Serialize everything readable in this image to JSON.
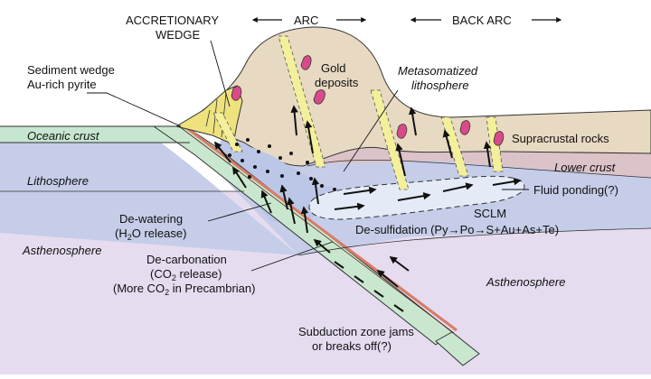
{
  "labels": {
    "accretionary_wedge_line1": "ACCRETIONARY",
    "accretionary_wedge_line2": "WEDGE",
    "arc": "ARC",
    "back_arc": "BACK ARC",
    "sediment_wedge_line1": "Sediment wedge",
    "sediment_wedge_line2": "Au-rich pyrite",
    "oceanic_crust": "Oceanic crust",
    "lithosphere": "Lithosphere",
    "asthenosphere_left": "Asthenosphere",
    "asthenosphere_right": "Asthenosphere",
    "gold_deposits_line1": "Gold",
    "gold_deposits_line2": "deposits",
    "metasomatized_line1": "Metasomatized",
    "metasomatized_line2": "lithosphere",
    "supracrustal_rocks": "Supracrustal rocks",
    "lower_crust": "Lower crust",
    "fluid_ponding": "Fluid ponding(?)",
    "sclm": "SCLM",
    "desulfidation": "De-sulfidation (Py→Po→S+Au+As+Te)",
    "dewatering_line1": "De-watering",
    "dewatering_line2_pre": "(H",
    "dewatering_line2_sub": "2",
    "dewatering_line2_post": "O release)",
    "decarbonation_line1": "De-carbonation",
    "decarbonation_line2_pre": "(CO",
    "decarbonation_line2_sub": "2",
    "decarbonation_line2_post": " release)",
    "decarbonation_line3_pre": "(More CO",
    "decarbonation_line3_sub": "2",
    "decarbonation_line3_post": " in Precambrian)",
    "subduction_jams_line1": "Subduction zone jams",
    "subduction_jams_line2": "or breaks off(?)"
  },
  "colors": {
    "upper_crust": "#e8d9c2",
    "lower_crust": "#dcc3c8",
    "oceanic_crust": "#c7e6cf",
    "lithosphere": "#c5cde8",
    "asthenosphere": "#e5dcf0",
    "wedge": "#eee27e",
    "fault": "#f3ef9a",
    "gold": "#d94a8a",
    "slab_plate": "#c9e7ce",
    "slab_top": "#d77c66",
    "fluid": "#e4ebf7"
  }
}
